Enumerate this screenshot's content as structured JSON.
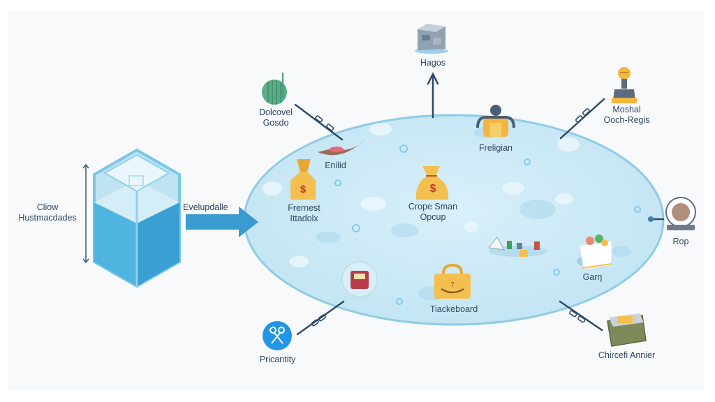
{
  "source": {
    "label_line1": "Cliow",
    "label_line2": "Hustmacdades",
    "arrow_label": "Evelupdalle"
  },
  "hub": {
    "nodes": [
      {
        "id": "enilid",
        "label": "Enilid",
        "icon": "boat-icon"
      },
      {
        "id": "frernest",
        "label": [
          "Frernest",
          "Ittadolx"
        ],
        "icon": "money-bag-icon"
      },
      {
        "id": "crope",
        "label": [
          "Crope Sman",
          "Opcup"
        ],
        "icon": "money-bag-icon"
      },
      {
        "id": "freligian",
        "label": "Freligian",
        "icon": "robot-icon"
      },
      {
        "id": "garn",
        "label": "Garŋ",
        "icon": "gift-box-icon"
      },
      {
        "id": "tiackeboard",
        "label": "Tiackeboard",
        "icon": "shopping-bag-icon"
      }
    ]
  },
  "satellites": [
    {
      "id": "hagos",
      "label": "Hagos",
      "icon": "server-cube-icon"
    },
    {
      "id": "dolcovel",
      "label": [
        "Dolcovel",
        "Gosdo"
      ],
      "icon": "leaf-globe-icon"
    },
    {
      "id": "moshal",
      "label": [
        "Moshal",
        "Ooch-Regis"
      ],
      "icon": "stamp-icon"
    },
    {
      "id": "rop",
      "label": "Rop",
      "icon": "webcam-icon"
    },
    {
      "id": "pricantity",
      "label": "Pricantity",
      "icon": "scissors-icon"
    },
    {
      "id": "chircefi",
      "label": "Chircefi Annier",
      "icon": "crate-icon"
    }
  ],
  "colors": {
    "hub_fill": "#cdeaf6",
    "hub_stroke": "#8fcbe6",
    "arrow": "#3a9bd0",
    "link": "#2c4a6b",
    "gold": "#f3c04f",
    "dollar": "#c0392b",
    "container_blue": "#3ea3d6"
  }
}
